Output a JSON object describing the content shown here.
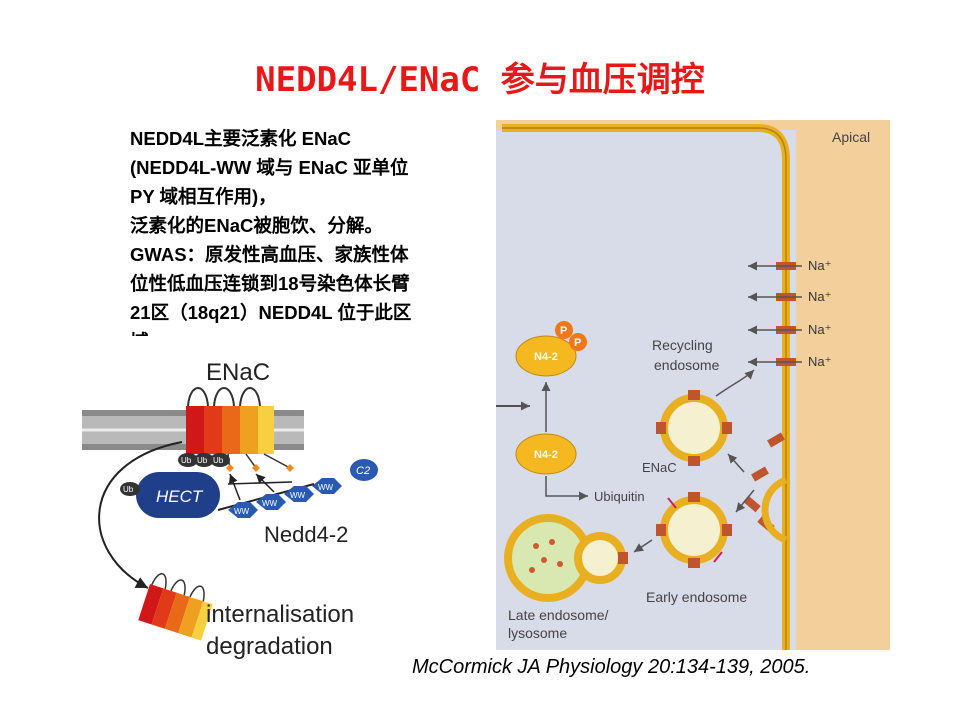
{
  "slide": {
    "title": "NEDD4L/ENaC 参与血压调控",
    "text_lines": [
      "NEDD4L主要泛素化 ENaC",
      "(NEDD4L-WW 域与 ENaC 亚单位",
      "PY 域相互作用)，",
      "泛素化的ENaC被胞饮、分解。",
      "GWAS：原发性高血压、家族性体",
      "位性低血压连锁到18号染色体长臂",
      "21区（18q21）NEDD4L 位于此区",
      "域"
    ],
    "citation": "McCormick JA Physiology 20:134-139, 2005."
  },
  "left_figure": {
    "enac_label": "ENaC",
    "ub_label": "Ub",
    "hect_label": "HECT",
    "ww_label": "WW",
    "c2_label": "C2",
    "nedd_label": "Nedd4-2",
    "internalisation_label": "internalisation",
    "degradation_label": "degradation"
  },
  "right_figure": {
    "apical_label": "Apical",
    "na_labels": [
      "Na⁺",
      "Na⁺",
      "Na⁺",
      "Na⁺"
    ],
    "p_label": "P",
    "n42_label": "N4-2",
    "recycling_label_1": "Recycling",
    "recycling_label_2": "endosome",
    "enac_label": "ENaC",
    "ubiquitin_label": "Ubiquitin",
    "late_label_1": "Late endosome/",
    "late_label_2": "lysosome",
    "early_label": "Early endosome"
  },
  "colors": {
    "title": "#e81818",
    "cell_bg": "#d8dbe8",
    "apical_bg": "#f3cf9c",
    "membrane": "#e8b020",
    "channel": "#c0542c",
    "n42": "#f5b820",
    "p_circle": "#f07818",
    "hect": "#1f3f8a",
    "ww": "#2a5ab0"
  }
}
